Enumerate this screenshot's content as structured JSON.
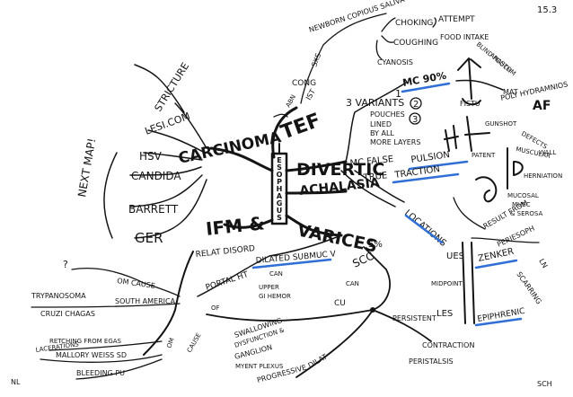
{
  "page": {
    "number": "15.3",
    "author_left": "NL",
    "author_right": "SCH"
  },
  "center": {
    "letters": [
      "E",
      "S",
      "O",
      "P",
      "H",
      "A",
      "G",
      "U",
      "S"
    ]
  },
  "branches": {
    "carcinoma": "CARCINOMA",
    "tef": "TEF",
    "divertic": "DIVERTIC",
    "achalasia": "ACHALASIA",
    "varices": "VARICES",
    "ifm": "IFM &",
    "relat_disord": "RELAT DISORD"
  },
  "carcinoma_sub": [
    "STRICTURE",
    "LESI.COM",
    "HSV",
    "CANDIDA",
    "BARRETT",
    "GER"
  ],
  "vertical_note": "NEXT MAP!",
  "tef": {
    "newborn": "NEWBORN COPIOUS SALIVA",
    "choking": "CHOKING",
    "coughing": "COUGHING",
    "attempt": "ATTEMPT",
    "food_intake": "FOOD INTAKE",
    "cyanosis": "CYANOSIS",
    "sxs": "SXS",
    "cong": "CONG",
    "ist": "IST",
    "abn": "ABN"
  },
  "divertic": {
    "three_variants": "3 VARIANTS",
    "n1": "1",
    "n2": "2",
    "n3": "3",
    "mc_90": "MC 90%",
    "pouches": "POUCHES",
    "lined": "LINED",
    "by_all": "BY ALL",
    "more_layers": "MORE LAYERS",
    "blind_pouch": "BLIND POUCH",
    "anastom": "ANASTOM",
    "mat_poly": "MAT",
    "poly_hydramnios": "POLY HYDRAMNIOS",
    "af": "AF",
    "fistula": "FISTU",
    "gunshot": "GUNSHOT",
    "patent": "PATENT",
    "defect_musc": "DEFECTS",
    "muscular": "MUSCULAR",
    "wall": "WALL",
    "herniation": "HERNIATION",
    "mucosal": "MUCOSAL",
    "musc": "MUSC",
    "serosa": "& SEROSA",
    "mc_false": "MC FALSE",
    "pulsion": "PULSION",
    "true": "TRUE",
    "traction": "TRACTION",
    "locations": "LOCATIONS",
    "result_from": "RESULT FROM",
    "periesoph": "PERIESOPH",
    "ln": "LN",
    "scarring": "SCARRING",
    "ues": "UES",
    "zenker": "ZENKER",
    "midpoint": "MIDPOINT",
    "les": "LES",
    "epiphrenic": "EPIPHRENIC"
  },
  "varices": {
    "pct": "5%",
    "scc": "SCC",
    "can": "CAN",
    "dilated": "DILATED SUBMUC V",
    "can2": "CAN",
    "upper_gi": "UPPER",
    "gi_hemor": "GI HEMOR",
    "portal_ht": "PORTAL HT",
    "of": "OF",
    "swallowing": "SWALLOWING",
    "dyst": "DYSFUNCTION &",
    "ganglion": "GANGLION",
    "myent_plexus": "MYENT PLEXUS",
    "progressive": "PROGRESSIVE",
    "dilat": "DILAT",
    "cu": "CU",
    "persistent": "PERSISTENT",
    "contracti": "CONTRACTION",
    "peristalsis": "PERISTALSIS"
  },
  "left": {
    "question": "?",
    "trypanosoma": "TRYPANOSOMA",
    "cruzi_chagas": "CRUZI CHAGAS",
    "om_cause": "OM CAUSE",
    "south_america": "SOUTH AMERICA",
    "om": "OM",
    "cause": "CAUSE",
    "retching": "RETCHING FROM EGAS",
    "lacerations": "LACERATIONS",
    "mallory_weiss": "MALLORY WEISS SD",
    "bleeding_pu": "BLEEDING PU"
  },
  "bottom": {
    "nl": "NL",
    "sch": "SCH"
  }
}
